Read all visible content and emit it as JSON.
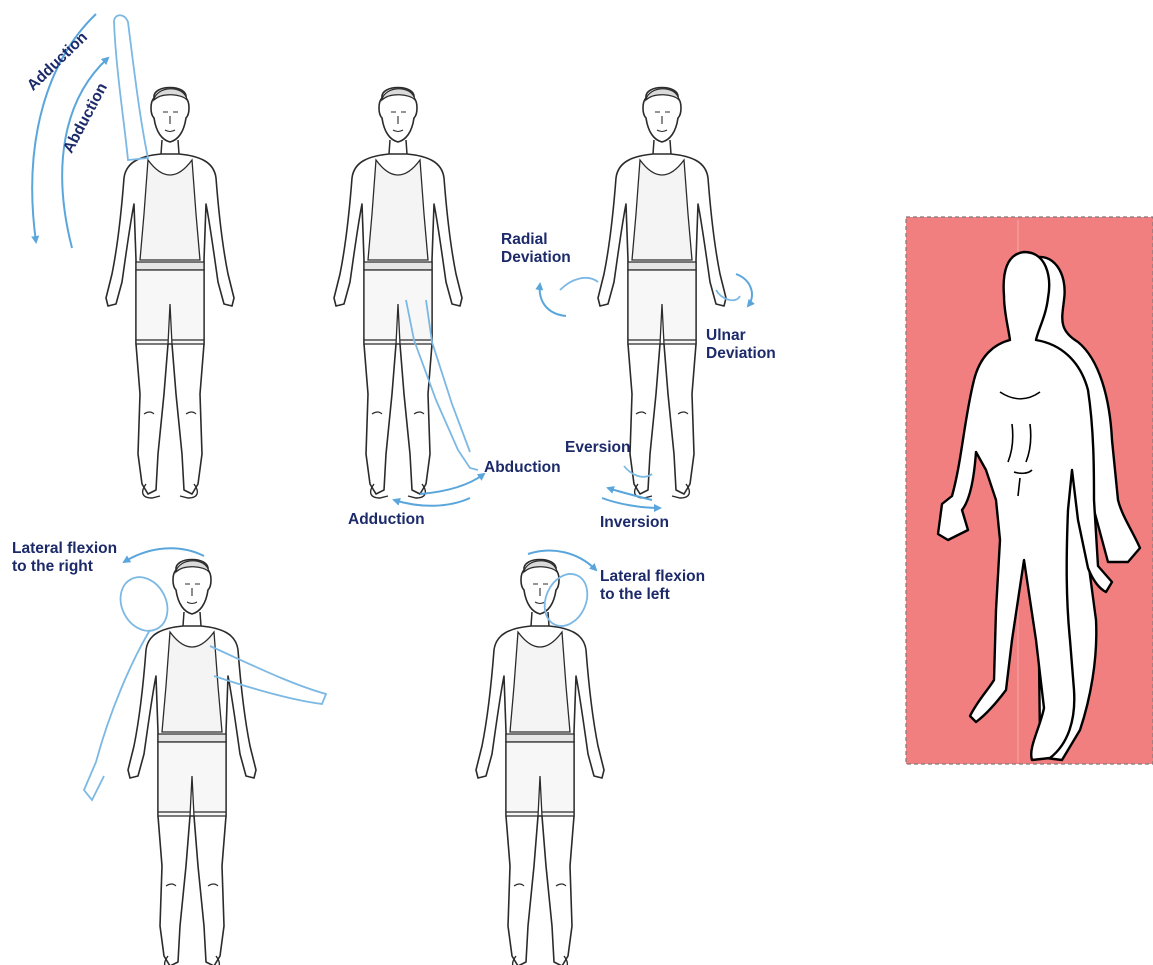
{
  "colors": {
    "label": "#1c2a6a",
    "arrow": "#5aa6dc",
    "motion_overlay": "#7cb8e4",
    "figure_line": "#2b2b2b",
    "panel_bg": "#f27f7f",
    "panel_border": "#7a7a7a"
  },
  "figures": [
    {
      "id": "shoulder",
      "labels": [
        {
          "key": "adduction",
          "text": "Adduction"
        },
        {
          "key": "abduction",
          "text": "Abduction"
        }
      ]
    },
    {
      "id": "hip",
      "labels": [
        {
          "key": "abduction",
          "text": "Abduction"
        },
        {
          "key": "adduction",
          "text": "Adduction"
        }
      ]
    },
    {
      "id": "wrist-ankle",
      "labels": [
        {
          "key": "radial_deviation",
          "lines": [
            "Radial",
            "Deviation"
          ]
        },
        {
          "key": "ulnar_deviation",
          "lines": [
            "Ulnar",
            "Deviation"
          ]
        },
        {
          "key": "eversion",
          "text": "Eversion"
        },
        {
          "key": "inversion",
          "text": "Inversion"
        }
      ]
    },
    {
      "id": "neck-right",
      "labels": [
        {
          "key": "lateral_flexion_right",
          "lines": [
            "Lateral flexion",
            "to the right"
          ]
        }
      ]
    },
    {
      "id": "neck-left",
      "labels": [
        {
          "key": "lateral_flexion_left",
          "lines": [
            "Lateral flexion",
            "to the left"
          ]
        }
      ]
    }
  ],
  "silhouette_panel": {
    "icon": "human-silhouette-icon",
    "border_style": "dashed"
  }
}
